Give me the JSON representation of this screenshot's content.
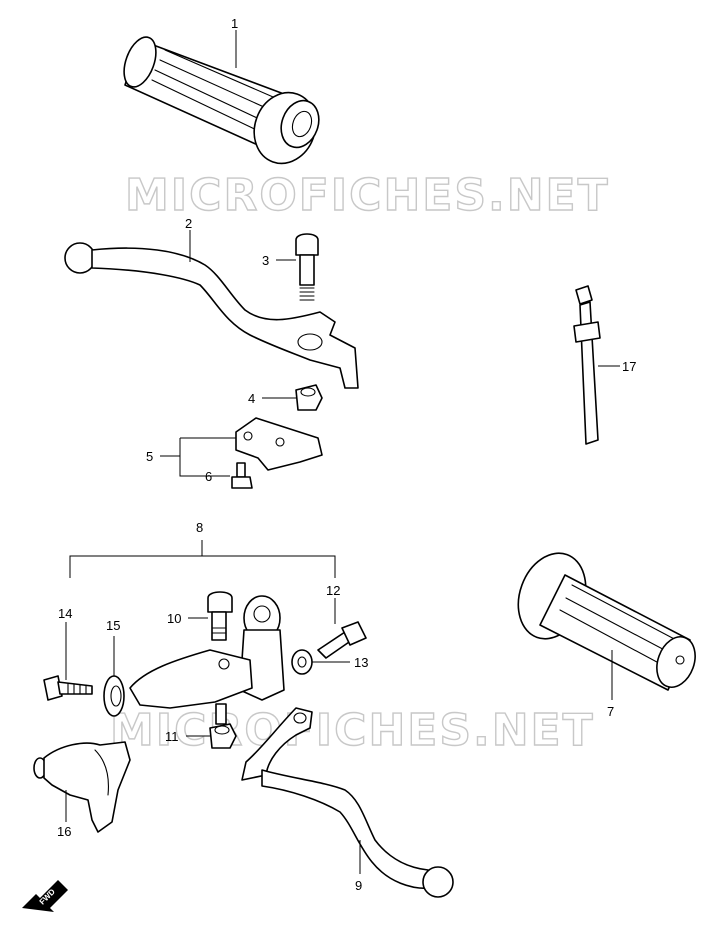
{
  "watermark": "MICROFICHES.NET",
  "callouts": {
    "c1": "1",
    "c2": "2",
    "c3": "3",
    "c4": "4",
    "c5": "5",
    "c6": "6",
    "c7": "7",
    "c8": "8",
    "c9": "9",
    "c10": "10",
    "c11": "11",
    "c12": "12",
    "c13": "13",
    "c14": "14",
    "c15": "15",
    "c16": "16",
    "c17": "17"
  },
  "fwd_badge": "FWD"
}
